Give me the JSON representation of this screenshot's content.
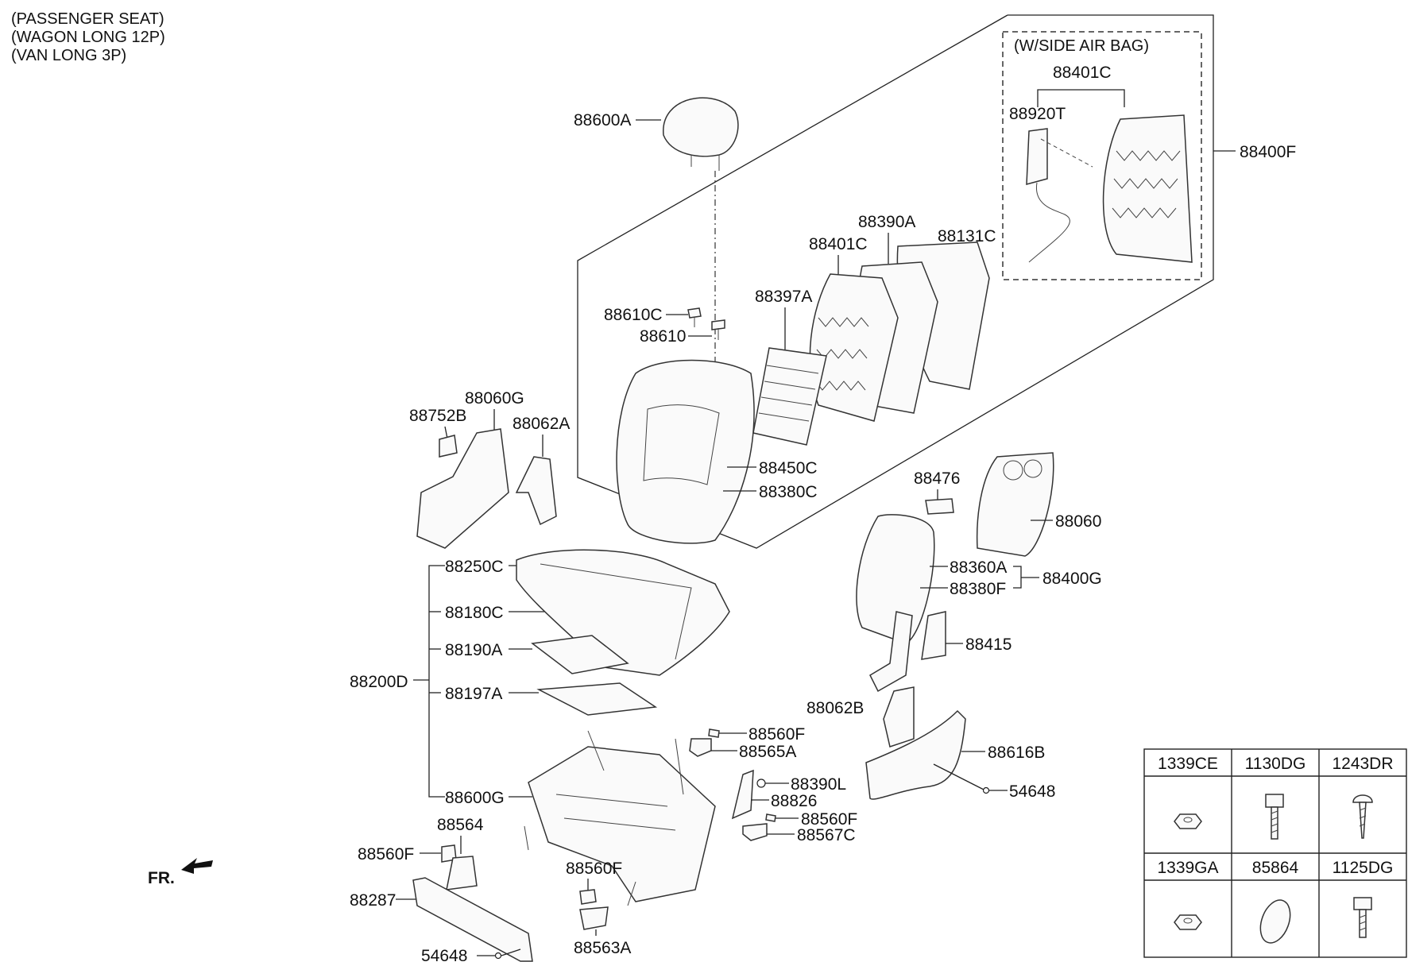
{
  "notes": [
    "(PASSENGER SEAT)",
    "(WAGON LONG 12P)",
    "(VAN LONG 3P)"
  ],
  "side_airbag_box_title": "(W/SIDE AIR BAG)",
  "front_indicator": "FR.",
  "parts": {
    "p88600A": "88600A",
    "p88401C_top": "88401C",
    "p88920T": "88920T",
    "p88400F": "88400F",
    "p88390A": "88390A",
    "p88131C": "88131C",
    "p88401C": "88401C",
    "p88397A": "88397A",
    "p88610C": "88610C",
    "p88610": "88610",
    "p88060G": "88060G",
    "p88752B": "88752B",
    "p88062A": "88062A",
    "p88450C": "88450C",
    "p88380C": "88380C",
    "p88476": "88476",
    "p88060": "88060",
    "p88360A": "88360A",
    "p88400G": "88400G",
    "p88380F": "88380F",
    "p88415": "88415",
    "p88250C": "88250C",
    "p88180C": "88180C",
    "p88190A": "88190A",
    "p88200D": "88200D",
    "p88197A": "88197A",
    "p88062B": "88062B",
    "p88560F_a": "88560F",
    "p88565A": "88565A",
    "p88616B": "88616B",
    "p88390L": "88390L",
    "p88826": "88826",
    "p54648_r": "54648",
    "p88600G": "88600G",
    "p88560F_b": "88560F",
    "p88567C": "88567C",
    "p88564": "88564",
    "p88560F_c": "88560F",
    "p88287": "88287",
    "p88560F_d": "88560F",
    "p88563A": "88563A",
    "p54648_l": "54648"
  },
  "fastener_table": {
    "row1": [
      "1339CE",
      "1130DG",
      "1243DR"
    ],
    "row2": [
      "1339GA",
      "85864",
      "1125DG"
    ]
  }
}
